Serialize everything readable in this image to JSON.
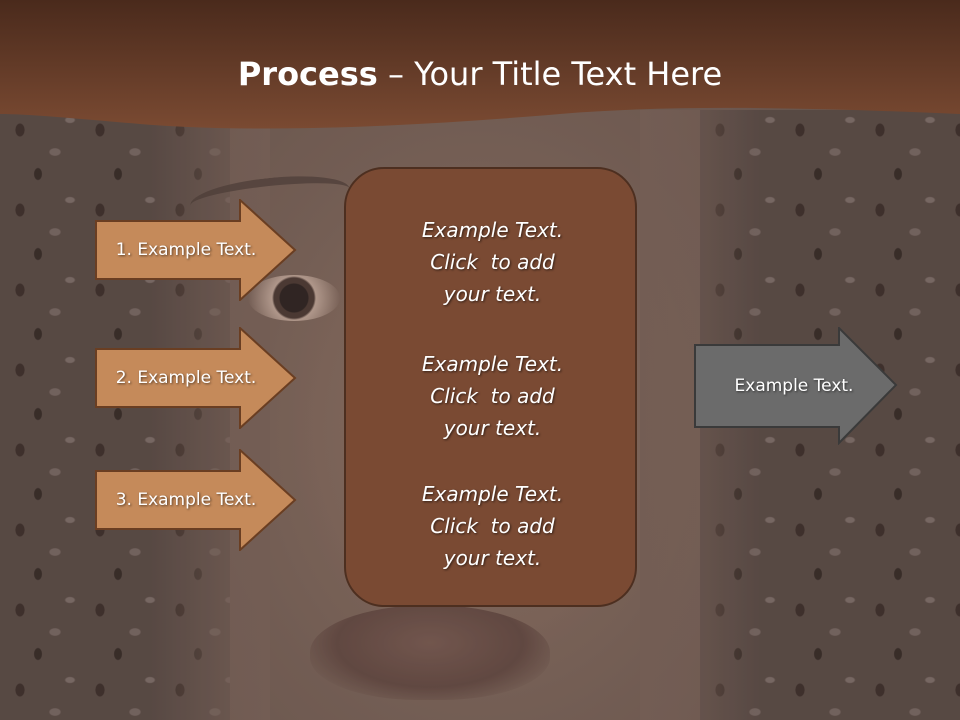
{
  "slide": {
    "title_bold": "Process",
    "title_rest": " – Your Title Text Here",
    "colors": {
      "title_band": "#6b3f2a",
      "arrow_fill": "#c58a5a",
      "arrow_border": "#6a3e22",
      "center_box_fill": "#7a4a33",
      "output_arrow_fill": "#6b6b6b"
    }
  },
  "steps": [
    {
      "label": "1. Example Text."
    },
    {
      "label": "2. Example Text."
    },
    {
      "label": "3. Example Text."
    }
  ],
  "center_box": {
    "paragraphs": [
      {
        "lines": [
          "Example Text.",
          "Click  to add",
          "your text."
        ]
      },
      {
        "lines": [
          "Example Text.",
          "Click  to add",
          "your text."
        ]
      },
      {
        "lines": [
          "Example Text.",
          "Click  to add",
          "your text."
        ]
      }
    ]
  },
  "output": {
    "label": "Example Text."
  }
}
